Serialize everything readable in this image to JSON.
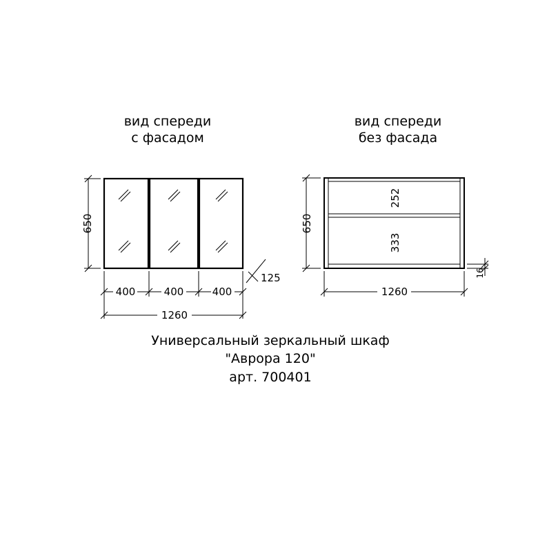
{
  "front_with_facade": {
    "title_line1": "вид спереди",
    "title_line2": "с фасадом",
    "height_label": "650",
    "door_widths": [
      "400",
      "400",
      "400"
    ],
    "total_width_label": "1260",
    "depth_label": "125"
  },
  "front_without_facade": {
    "title_line1": "вид спереди",
    "title_line2": "без фасада",
    "height_label": "650",
    "upper_shelf_label": "252",
    "lower_shelf_label": "333",
    "panel_thickness_label": "16",
    "total_width_label": "1260"
  },
  "caption": {
    "line1": "Универсальный зеркальный шкаф",
    "line2": "\"Аврора 120\"",
    "line3": "арт. 700401"
  },
  "colors": {
    "line": "#000000",
    "background": "#ffffff"
  }
}
